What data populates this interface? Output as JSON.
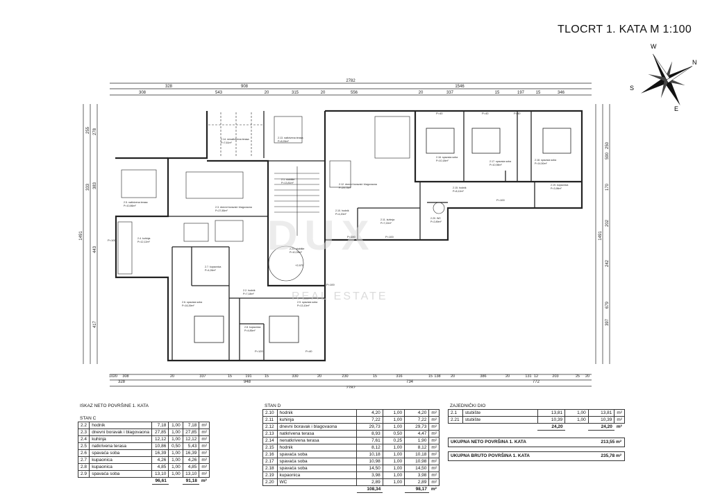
{
  "title": "TLOCRT 1. KATA M 1:100",
  "compass": {
    "n": "N",
    "e": "E",
    "s": "S",
    "w": "W"
  },
  "watermark": {
    "main": "DUX",
    "sub": "REAL ESTATE"
  },
  "dims": {
    "top_total": "2782",
    "top_row1": [
      "328",
      "908",
      "1546"
    ],
    "top_row2": [
      "308",
      "543",
      "20",
      "315",
      "20",
      "556",
      "20",
      "337",
      "15",
      "197",
      "15",
      "346"
    ],
    "bottom_row1": [
      "10",
      "20",
      "308",
      "20",
      "337",
      "15",
      "191",
      "15",
      "330",
      "20",
      "230",
      "15",
      "316",
      "15",
      "138",
      "20",
      "386",
      "20",
      "131",
      "12",
      "203",
      "25",
      "20"
    ],
    "bottom_row2": [
      "328",
      "948",
      "734",
      "772"
    ],
    "bottom_total": "2782",
    "left_total": "1491",
    "left_row": [
      "278",
      "383",
      "443",
      "417"
    ],
    "left_row2": [
      "255",
      "333"
    ],
    "right_total": "1491",
    "right_row": [
      "250",
      "590",
      "170",
      "202",
      "242",
      "679",
      "397"
    ]
  },
  "rooms": [
    {
      "num": "2.14. nenatkrivena terasa",
      "area": "P=7,61m²"
    },
    {
      "num": "2.13. natkrivena terasa",
      "area": "P=8,93m²"
    },
    {
      "num": "2.5. natkrivena terasa",
      "area": "P=10,86m²"
    },
    {
      "num": "2.3. dnevni boravak i blagovaona",
      "area": "P=27,85m²"
    },
    {
      "num": "2.4. kuhinja",
      "area": "P=12,12m²"
    },
    {
      "num": "2.1. stubište",
      "area": "P=13,81m²"
    },
    {
      "num": "2.10. hodnik",
      "area": "P=4,20m²"
    },
    {
      "num": "2.11. kuhinja",
      "area": "P=7,22m²"
    },
    {
      "num": "2.12. dnevni boravak i blagovaona",
      "area": "P=29,73m²"
    },
    {
      "num": "2.16. spavaća soba",
      "area": "P=10,18m²"
    },
    {
      "num": "2.17. spavaća soba",
      "area": "P=10,98m²"
    },
    {
      "num": "2.18. spavaća soba",
      "area": "P=14,50m²"
    },
    {
      "num": "2.15. hodnik",
      "area": "P=8,12m²"
    },
    {
      "num": "2.19. kupaonica",
      "area": "P=3,98m²"
    },
    {
      "num": "2.20. WC",
      "area": "P=2,89m²"
    },
    {
      "num": "2.7. kupaonica",
      "area": "P=4,26m²"
    },
    {
      "num": "2.2. hodnik",
      "area": "P=7,18m²"
    },
    {
      "num": "2.6. spavaća soba",
      "area": "P=16,39m²"
    },
    {
      "num": "2.8. kupaonica",
      "area": "P=4,85m²"
    },
    {
      "num": "2.9. spavaća soba",
      "area": "P=13,10m²"
    },
    {
      "num": "2.21. stubište",
      "area": "P=10,39m²"
    }
  ],
  "levels": [
    "P=100",
    "P=100",
    "P=100",
    "P=100",
    "P=100",
    "P=40",
    "P=40",
    "P=40",
    "P=40",
    "P=120",
    "+2,975"
  ],
  "table_c": {
    "caption": "ISKAZ  NETO POVRŠINE 1. KATA",
    "header": "STAN C",
    "unit": "m²",
    "rows": [
      [
        "2.2",
        "hodnik",
        "7,18",
        "1,00",
        "7,18"
      ],
      [
        "2.3",
        "dnevni boravak i blagovaona",
        "27,85",
        "1,00",
        "27,85"
      ],
      [
        "2.4",
        "kuhinja",
        "12,12",
        "1,00",
        "12,12"
      ],
      [
        "2.5",
        "natkrivena terasa",
        "10,86",
        "0,50",
        "5,43"
      ],
      [
        "2.6",
        "spavaća soba",
        "16,39",
        "1,00",
        "16,39"
      ],
      [
        "2.7",
        "kupaonica",
        "4,26",
        "1,00",
        "4,26"
      ],
      [
        "2.8",
        "kupaonica",
        "4,85",
        "1,00",
        "4,85"
      ],
      [
        "2.9",
        "spavaća soba",
        "13,10",
        "1,00",
        "13,10"
      ]
    ],
    "total_a": "96,61",
    "total_b": "91,18"
  },
  "table_d": {
    "header": "STAN D",
    "unit": "m²",
    "rows": [
      [
        "2.10",
        "hodnik",
        "4,20",
        "1,00",
        "4,20"
      ],
      [
        "2.11",
        "kuhinja",
        "7,22",
        "1,00",
        "7,22"
      ],
      [
        "2.12",
        "dnevni boravak i blagovaona",
        "29,73",
        "1,00",
        "29,73"
      ],
      [
        "2.13",
        "natkrivena terasa",
        "8,93",
        "0,50",
        "4,47"
      ],
      [
        "2.14",
        "nenatkrivena terasa",
        "7,61",
        "0,25",
        "1,90"
      ],
      [
        "2.15",
        "hodnik",
        "8,12",
        "1,00",
        "8,12"
      ],
      [
        "2.16",
        "spavaća soba",
        "10,18",
        "1,00",
        "10,18"
      ],
      [
        "2.17",
        "spavaća soba",
        "10,98",
        "1,00",
        "10,98"
      ],
      [
        "2.18",
        "spavaća soba",
        "14,50",
        "1,00",
        "14,50"
      ],
      [
        "2.19",
        "kupaonica",
        "3,98",
        "1,00",
        "3,98"
      ],
      [
        "2.20",
        "WC",
        "2,89",
        "1,00",
        "2,89"
      ]
    ],
    "total_a": "108,34",
    "total_b": "98,17"
  },
  "table_z": {
    "header": "ZAJEDNIČKI DIO",
    "unit": "m²",
    "rows": [
      [
        "2.1",
        "stubište",
        "13,81",
        "1,00",
        "13,81"
      ],
      [
        "2.21",
        "stubište",
        "10,39",
        "1,00",
        "10,39"
      ]
    ],
    "total_a": "24,20",
    "total_b": "24,20"
  },
  "summary": [
    {
      "label": "UKUPNA NETO POVRŠINA 1. KATA",
      "value": "213,55",
      "unit": "m²"
    },
    {
      "label": "UKUPNA BRUTO POVRŠINA 1. KATA",
      "value": "235,78",
      "unit": "m²"
    }
  ]
}
